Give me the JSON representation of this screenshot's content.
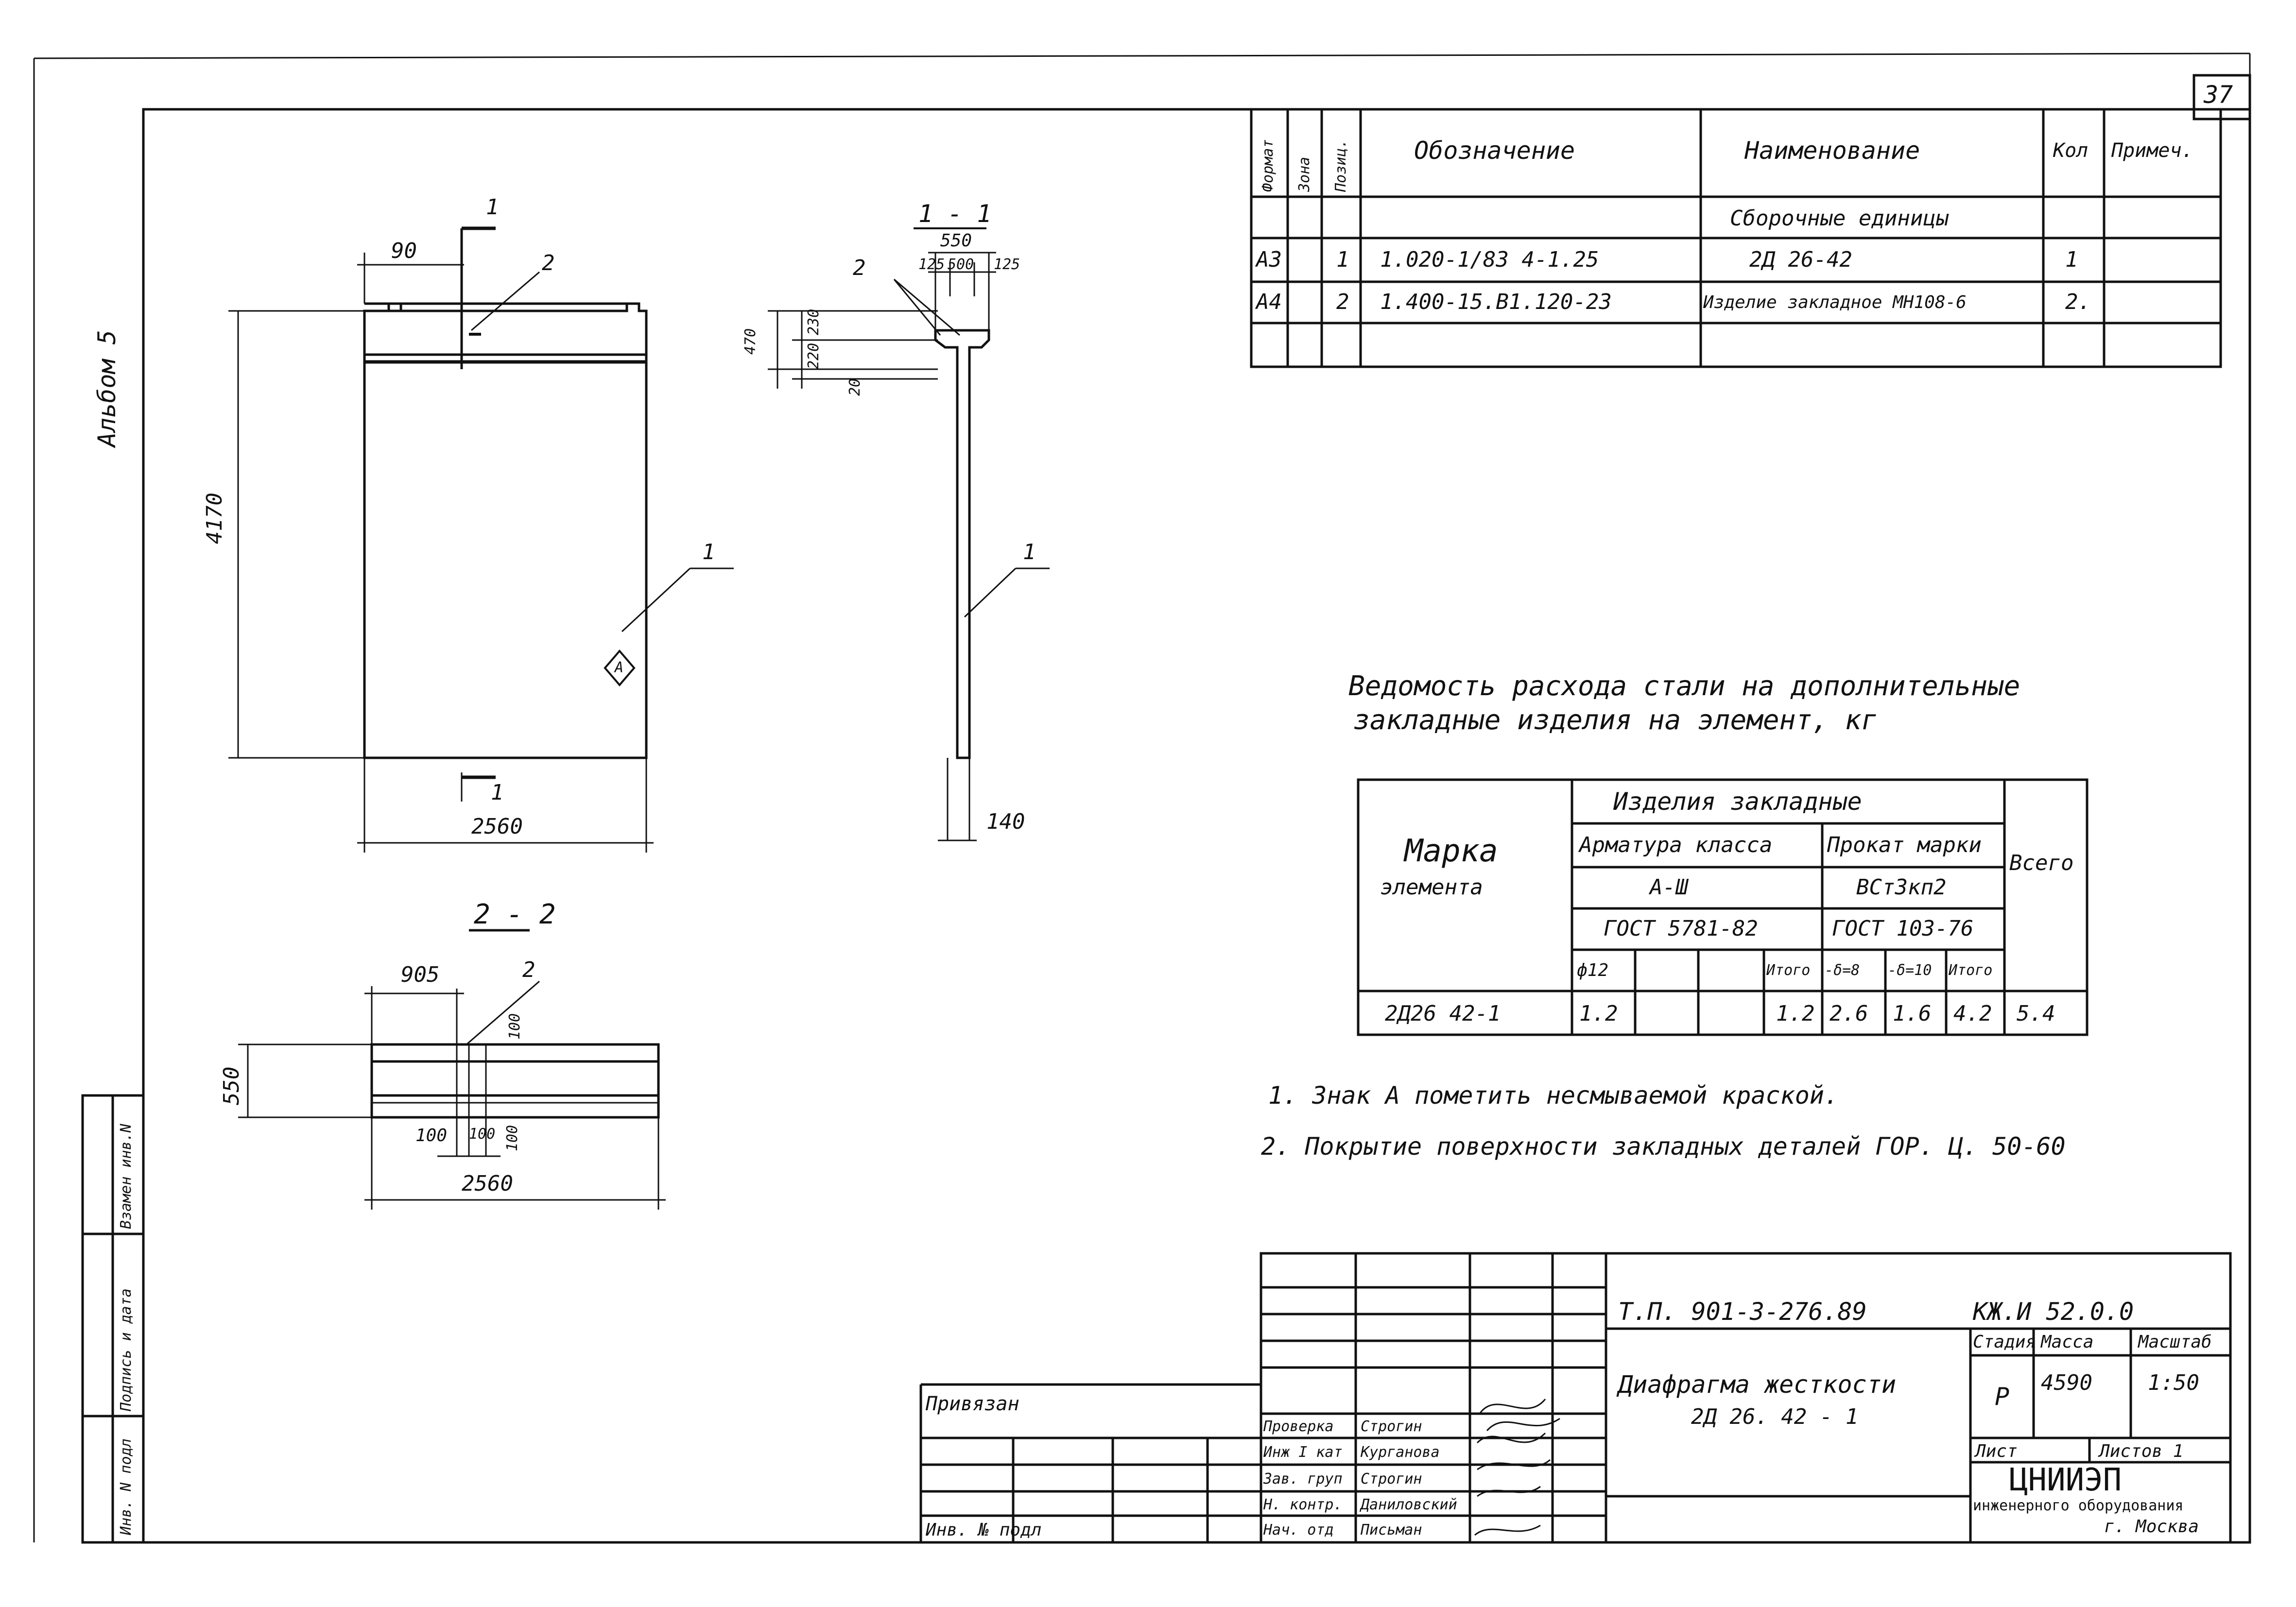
{
  "sheet": {
    "number": "37",
    "album": "Альбом 5",
    "side_stamp": [
      "Инв. N подл",
      "Подпись и дата",
      "Взамен инв.N"
    ]
  },
  "views": {
    "front": {
      "dim_top": "90",
      "dim_height": "4170",
      "dim_bottom": "2560",
      "section_mark": "1",
      "callout_2": "2",
      "callout_1": "1",
      "mark_a": "А"
    },
    "section_1_1": {
      "title": "1 - 1",
      "dim_total": "550",
      "dim_parts": [
        "125",
        "500",
        "125"
      ],
      "callout_2": "2",
      "dims_vertical": [
        "470",
        "230",
        "220",
        "20"
      ],
      "dim_bottom": "140",
      "callout_1": "1"
    },
    "section_2_2": {
      "title": "2 - 2",
      "dim_top": "905",
      "callout_2": "2",
      "dim_100_v": "100",
      "dim_left": "550",
      "dim_bottom_parts": [
        "100",
        "100",
        "100"
      ],
      "dim_bottom": "2560"
    }
  },
  "spec_table": {
    "headers": [
      "Формат",
      "Зона",
      "Позиц.",
      "Обозначение",
      "Наименование",
      "Кол",
      "Примеч."
    ],
    "section": "Сборочные единицы",
    "rows": [
      {
        "format": "А3",
        "zone": "",
        "pos": "1",
        "designation": "1.020-1/83 4-1.25",
        "name": "2Д 26-42",
        "qty": "1",
        "note": ""
      },
      {
        "format": "А4",
        "zone": "",
        "pos": "2",
        "designation": "1.400-15.В1.120-23",
        "name": "Изделие закладное МН108-6",
        "qty": "2.",
        "note": ""
      }
    ]
  },
  "steel_table": {
    "title_line1": "Ведомость расхода стали на дополнительные",
    "title_line2": "закладные изделия на элемент, кг",
    "mark_header_1": "Марка",
    "mark_header_2": "элемента",
    "group_header": "Изделия закладные",
    "sub_header_left": "Арматура класса",
    "sub_header_right": "Прокат марки",
    "total_header": "Всего",
    "class_left": "А-Ш",
    "class_right": "ВСт3кп2",
    "gost_left": "ГОСТ 5781-82",
    "gost_right": "ГОСТ 103-76",
    "cols": [
      "ф12",
      "",
      "",
      "Итого",
      "-δ=8",
      "-δ=10",
      "Итого"
    ],
    "row": {
      "mark": "2Д26 42-1",
      "values": [
        "1.2",
        "",
        "",
        "1.2",
        "2.6",
        "1.6",
        "4.2"
      ],
      "total": "5.4"
    }
  },
  "notes": [
    "1. Знак А пометить несмываемой краской.",
    "2. Покрытие поверхности закладных деталей ГОР. Ц. 50-60"
  ],
  "title_block": {
    "code": "Т.П. 901-3-276.89",
    "sheet_code": "КЖ.И 52.0.0",
    "title_line1": "Диафрагма жесткости",
    "title_line2": "2Д 26. 42 - 1",
    "stage_h": "Стадия",
    "mass_h": "Масса",
    "scale_h": "Масштаб",
    "stage": "Р",
    "mass": "4590",
    "scale": "1:50",
    "sheet_h": "Лист",
    "sheets_h": "Листов 1",
    "org": "ЦНИИЭП",
    "org_sub": "инженерного оборудования",
    "city": "г. Москва",
    "privyazan": "Привязан",
    "inv_podl": "Инв. № подл",
    "roles": [
      {
        "role": "Проверка",
        "name": "Строгин"
      },
      {
        "role": "Инж I кат",
        "name": "Курганова"
      },
      {
        "role": "Зав. груп",
        "name": "Строгин"
      },
      {
        "role": "Н. контр.",
        "name": "Даниловский"
      },
      {
        "role": "Нач. отд",
        "name": "Письман"
      }
    ]
  }
}
